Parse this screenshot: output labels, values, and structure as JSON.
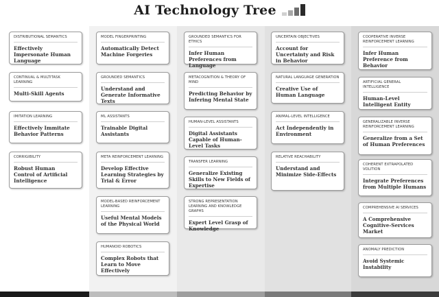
{
  "title": "AI Technology Tree",
  "columns": [
    {
      "cards": [
        {
          "category": "Distributional Semantics",
          "text": "Effectively Impersonate Human Language"
        },
        {
          "category": "Continual & Multitask Learning",
          "text": "Multi-Skill Agents"
        },
        {
          "category": "Imitation Learning",
          "text": "Effectively Immitate Behavior Patterns"
        },
        {
          "category": "Corrigibility",
          "text": "Robust Human Control of Artificial Intelligence"
        }
      ]
    },
    {
      "cards": [
        {
          "category": "Model Fingerprinting",
          "text": "Automatically Detect Machine Forgeries"
        },
        {
          "category": "Grounded Semantics",
          "text": "Understand and Generate Informative Texts"
        },
        {
          "category": "ML Assistants",
          "text": "Trainable Digital Assistants"
        },
        {
          "category": "Meta Reinforcement Learning",
          "text": "Develop Effective Learning Strategies by Trial & Error"
        },
        {
          "category": "Model-Based Reinforcement Learning",
          "text": "Useful Mental Models of the Physical World"
        },
        {
          "category": "Humanoid Robotics",
          "text": "Complex Robots that Learn to Move Effectively"
        }
      ]
    },
    {
      "cards": [
        {
          "category": "Grounded Semantics for Ethics",
          "text": "Infer Human Preferences from Language"
        },
        {
          "category": "Metacognition & Theory of Mind",
          "text": "Predicting Behavior by Infering Mental State"
        },
        {
          "category": "Human-Level Assistants",
          "text": "Digital Assistants Capable of Human-Level Tasks"
        },
        {
          "category": "Transfer Learning",
          "text": "Generalize Existing Skills to New Fields of Expertise"
        },
        {
          "category": "Strong Representation Learning and Knowledge Graphs",
          "text": "Expert Level Grasp of Knowledge"
        }
      ]
    },
    {
      "cards": [
        {
          "category": "Uncertain Objectives",
          "text": "Account for Uncertainty and Risk in Behavior"
        },
        {
          "category": "Natural Language Generation",
          "text": "Creative Use of Human Language"
        },
        {
          "category": "Animal-Level Intelligence",
          "text": "Act Independently in Environment"
        },
        {
          "category": "Relative Reachability",
          "text": "Understand and Minimize Side-Effects"
        }
      ]
    },
    {
      "cards": [
        {
          "category": "Cooperative Inverse Reinforcement Learning",
          "text": "Infer Human Preference from Behavior"
        },
        {
          "category": "Artificial General Intelligence",
          "text": "Human-Level Intelligent Entity"
        },
        {
          "category": "Generalizable Inverse Reinforcement Learning",
          "text": "Generalize from a Set of Human Preferences"
        },
        {
          "category": "Coherent Extrapolated Volition",
          "text": "Integrate Preferences from Multiple Humans"
        },
        {
          "category": "Comprehensive AI Services",
          "text": "A Comprehensive Cognitive-Services Market"
        },
        {
          "category": "Anomaly Prediction",
          "text": "Avoid Systemic Instability"
        }
      ]
    }
  ],
  "colors": {
    "column_backgrounds": [
      "#ffffff",
      "#f2f2f2",
      "#e9e9e9",
      "#e1e1e1",
      "#d8d8d8"
    ],
    "footer_bars": [
      "#1a1a1a",
      "#bdbdbd",
      "#9e9e9e",
      "#7a7a7a",
      "#3c3c3c"
    ],
    "title_bars": [
      "#d0d0d0",
      "#a8a8a8",
      "#6e6e6e",
      "#2a2a2a"
    ]
  }
}
